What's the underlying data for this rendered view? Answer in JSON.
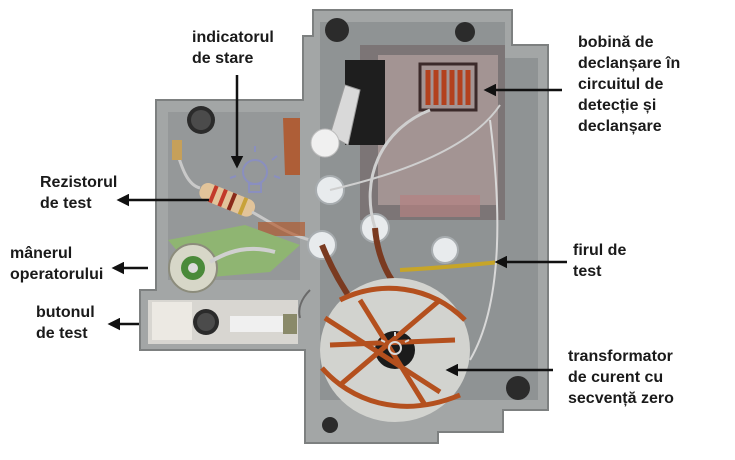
{
  "labels": {
    "indicator": [
      "indicatorul",
      "de stare"
    ],
    "test_resistor": [
      "Rezistorul",
      "de test"
    ],
    "operator_handle": [
      "mânerul",
      "operatorului"
    ],
    "test_button": [
      "butonul",
      "de test"
    ],
    "trip_coil": [
      "bobină de",
      "declanșare în",
      "circuitul de",
      "detecție și",
      "declanșare"
    ],
    "test_wire": [
      "firul de",
      "test"
    ],
    "current_transformer": [
      "transformator",
      "de curent cu",
      "secvență zero"
    ]
  },
  "colors": {
    "housing": "#a3a6a6",
    "copper": "#b4501e",
    "label_text": "#1a1a1a",
    "arrow": "#111111"
  }
}
